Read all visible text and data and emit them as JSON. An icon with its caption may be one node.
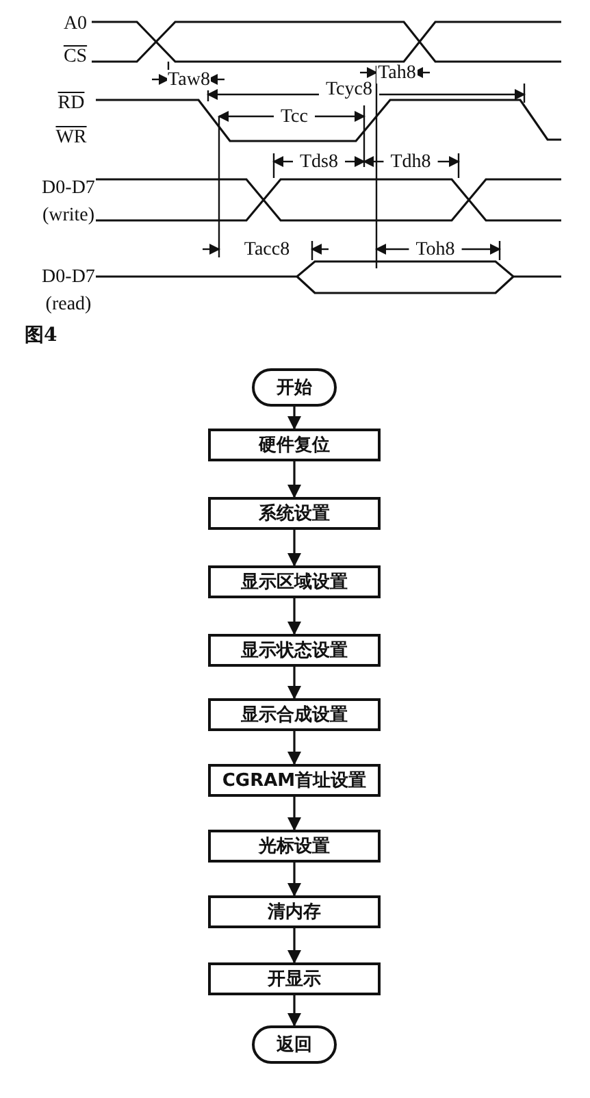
{
  "diagram": {
    "caption": "图4",
    "nodes": [
      {
        "text": [
          "开始"
        ]
      },
      {
        "text": [
          "硬件复位"
        ]
      },
      {
        "text": [
          "系统设置"
        ]
      },
      {
        "text": [
          "显示区域设置"
        ]
      },
      {
        "text": [
          "显示状态设置"
        ]
      },
      {
        "text": [
          "显示合成设置"
        ]
      },
      {
        "text": [
          "CGRAM首址设置"
        ]
      },
      {
        "text": [
          "光标设置"
        ]
      },
      {
        "text": [
          "清内存"
        ]
      },
      {
        "text": [
          "开显示"
        ]
      },
      {
        "text": [
          "返回"
        ]
      }
    ],
    "edges": [
      {
        "from": 0,
        "to": 1,
        "arrow": "to"
      },
      {
        "from": 1,
        "to": 2,
        "arrow": "to"
      },
      {
        "from": 2,
        "to": 3,
        "arrow": "to"
      },
      {
        "from": 3,
        "to": 4,
        "arrow": "to"
      },
      {
        "from": 4,
        "to": 5,
        "arrow": "to"
      },
      {
        "from": 5,
        "to": 6,
        "arrow": "to"
      },
      {
        "from": 6,
        "to": 7,
        "arrow": "to"
      },
      {
        "from": 7,
        "to": 8,
        "arrow": "to"
      },
      {
        "from": 8,
        "to": 9,
        "arrow": "to"
      },
      {
        "from": 9,
        "to": 10,
        "arrow": "to"
      }
    ],
    "labels": [
      "A0",
      "CS",
      "Taw8",
      "Tah8",
      "Tcyc8",
      "RD",
      "Tcc",
      "WR",
      "Tds8",
      "Tdh8",
      "D0-D7",
      "(write)",
      "Tacc8",
      "Toh8",
      "D0-D7",
      "(read)"
    ]
  }
}
